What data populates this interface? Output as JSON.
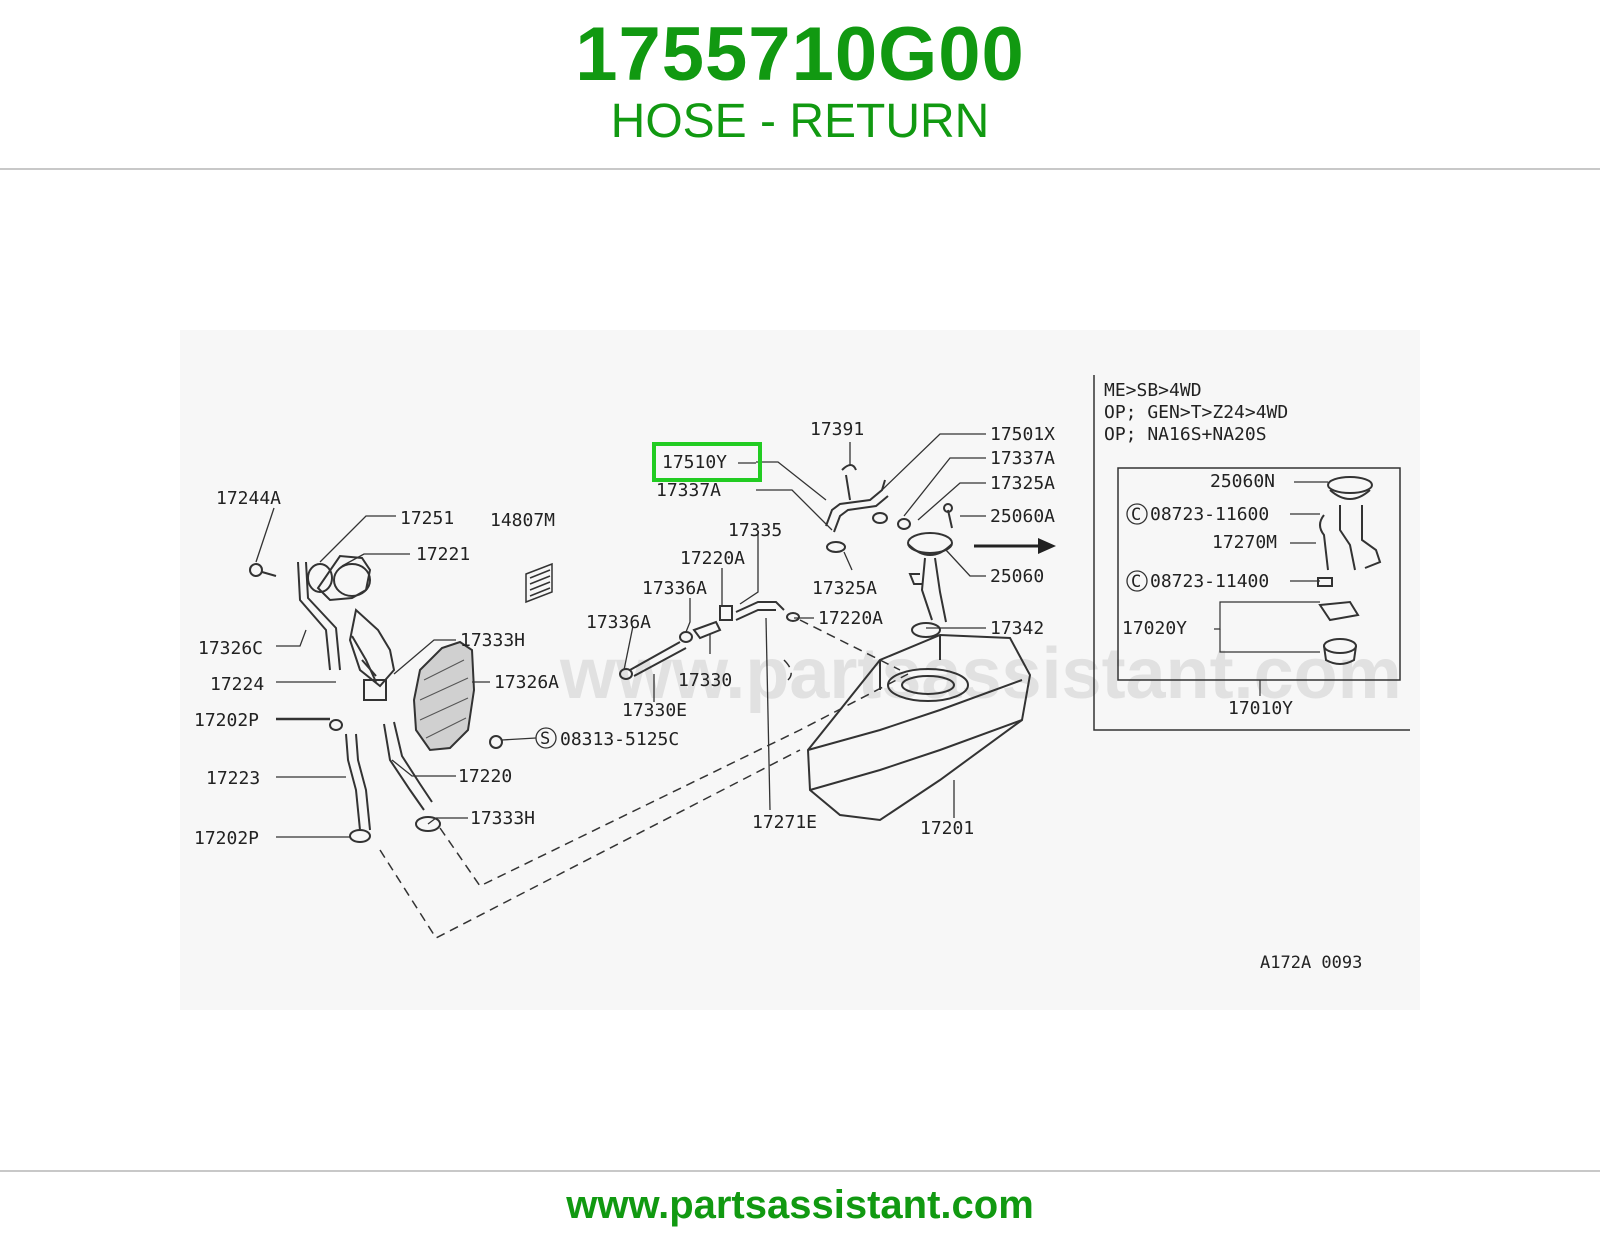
{
  "header": {
    "part_number": "1755710G00",
    "part_name": "HOSE - RETURN"
  },
  "footer": {
    "url": "www.partsassistant.com"
  },
  "diagram": {
    "watermark": "www.partsassistant.com",
    "ref_code": "A172A 0093",
    "highlight_color": "#22cc22",
    "brand_color": "#119911",
    "highlighted_label": "17510Y",
    "labels": {
      "p17391": "17391",
      "p17501X": "17501X",
      "p17337A_r": "17337A",
      "p17325A_r": "17325A",
      "p25060A": "25060A",
      "p25060": "25060",
      "p17337A_l": "17337A",
      "p17335": "17335",
      "p17220A_t": "17220A",
      "p17336A_t": "17336A",
      "p17220A_r": "17220A",
      "p17336A_l": "17336A",
      "p17325A_b": "17325A",
      "p17342": "17342",
      "p17244A": "17244A",
      "p17251": "17251",
      "p14807M": "14807M",
      "p17221": "17221",
      "p17326C": "17326C",
      "p17333H_t": "17333H",
      "p17224": "17224",
      "p17326A": "17326A",
      "p17330": "17330",
      "p17330E": "17330E",
      "p17202P_t": "17202P",
      "p08313": "08313-5125C",
      "p17223": "17223",
      "p17220": "17220",
      "p17333H_b": "17333H",
      "p17202P_b": "17202P",
      "p17271E": "17271E",
      "p17201": "17201"
    },
    "inset": {
      "note1": "ME>SB>4WD",
      "note2": "OP; GEN>T>Z24>4WD",
      "note3": "OP; NA16S+NA20S",
      "p25060N": "25060N",
      "p08723_11600": "08723-11600",
      "p17270M": "17270M",
      "p08723_11400": "08723-11400",
      "p17020Y": "17020Y",
      "p17010Y": "17010Y",
      "circle_c": "C",
      "circle_s": "S"
    }
  }
}
